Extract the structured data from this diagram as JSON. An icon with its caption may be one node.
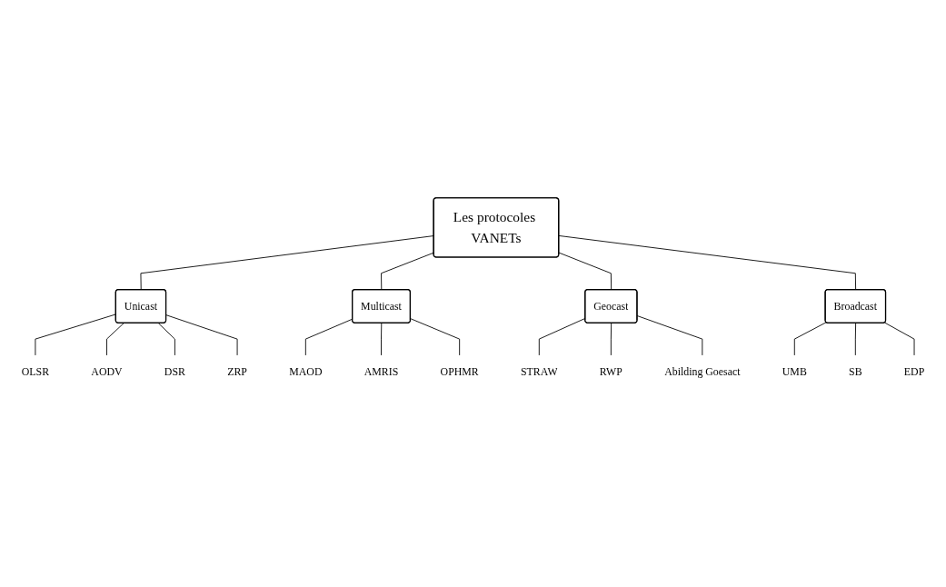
{
  "diagram": {
    "nodes": [
      {
        "text": [
          "Les protocoles VANETs"
        ]
      },
      {
        "text": [
          "Unicast"
        ]
      },
      {
        "text": [
          "Multicast"
        ]
      },
      {
        "text": [
          "Geocast"
        ]
      },
      {
        "text": [
          "Broadcast"
        ]
      },
      {
        "text": [
          "OLSR"
        ]
      },
      {
        "text": [
          "AODV"
        ]
      },
      {
        "text": [
          "DSR"
        ]
      },
      {
        "text": [
          "ZRP"
        ]
      },
      {
        "text": [
          "MAOD"
        ]
      },
      {
        "text": [
          "AMRIS"
        ]
      },
      {
        "text": [
          "OPHMR"
        ]
      },
      {
        "text": [
          "STRAW"
        ]
      },
      {
        "text": [
          "RWP"
        ]
      },
      {
        "text": [
          "Abilding Goesact"
        ]
      },
      {
        "text": [
          "UMB"
        ]
      },
      {
        "text": [
          "SB"
        ]
      },
      {
        "text": [
          "EDP"
        ]
      }
    ],
    "edges": [
      {
        "from": 0,
        "to": 1,
        "arrow": "none"
      },
      {
        "from": 0,
        "to": 2,
        "arrow": "none"
      },
      {
        "from": 0,
        "to": 3,
        "arrow": "none"
      },
      {
        "from": 0,
        "to": 4,
        "arrow": "none"
      },
      {
        "from": 1,
        "to": 5,
        "arrow": "none"
      },
      {
        "from": 1,
        "to": 6,
        "arrow": "none"
      },
      {
        "from": 1,
        "to": 7,
        "arrow": "none"
      },
      {
        "from": 1,
        "to": 8,
        "arrow": "none"
      },
      {
        "from": 2,
        "to": 9,
        "arrow": "none"
      },
      {
        "from": 2,
        "to": 10,
        "arrow": "none"
      },
      {
        "from": 2,
        "to": 11,
        "arrow": "none"
      },
      {
        "from": 3,
        "to": 12,
        "arrow": "none"
      },
      {
        "from": 3,
        "to": 13,
        "arrow": "none"
      },
      {
        "from": 3,
        "to": 14,
        "arrow": "none"
      },
      {
        "from": 4,
        "to": 15,
        "arrow": "none"
      },
      {
        "from": 4,
        "to": 16,
        "arrow": "none"
      },
      {
        "from": 4,
        "to": 17,
        "arrow": "none"
      }
    ]
  }
}
